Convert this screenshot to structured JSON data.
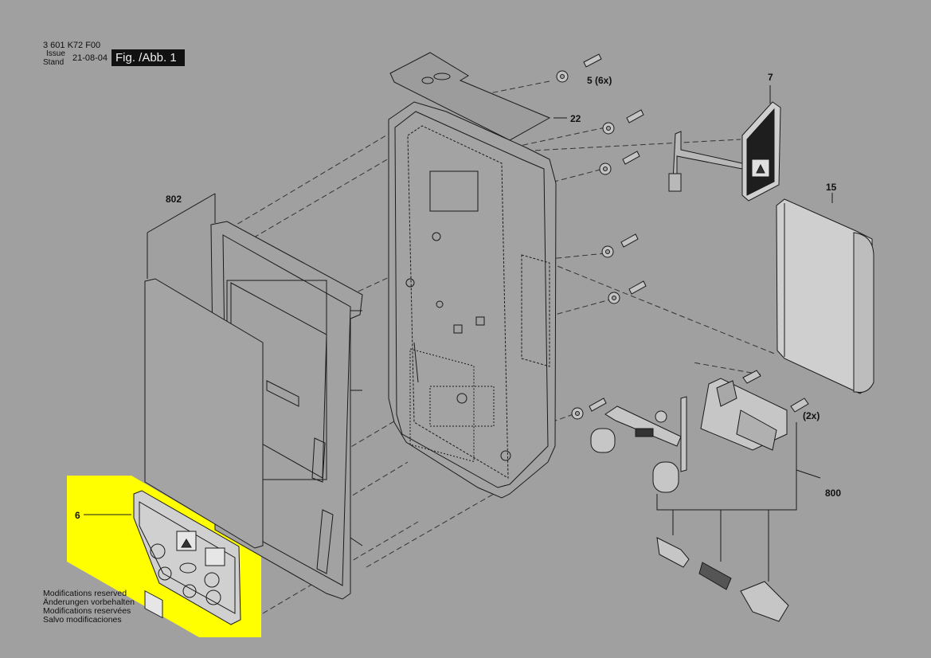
{
  "header": {
    "part_number": "3 601 K72 F00",
    "issue_label": "Issue",
    "stand_label": "Stand",
    "date": "21-08-04",
    "figure_label": "Fig. /Abb. 1"
  },
  "callouts": {
    "p5": "5",
    "p5_qty": "(6x)",
    "p7": "7",
    "p22": "22",
    "p15": "15",
    "p802": "802",
    "p6": "6",
    "p800": "800",
    "p2x": "(2x)"
  },
  "notes": [
    "Modifications reserved",
    "Änderungen vorbehalten",
    "Modifications reservées",
    "Salvo modificaciones"
  ],
  "colors": {
    "background": "#a0a0a0",
    "highlight": "#ffff00",
    "line": "#1a1a1a"
  }
}
